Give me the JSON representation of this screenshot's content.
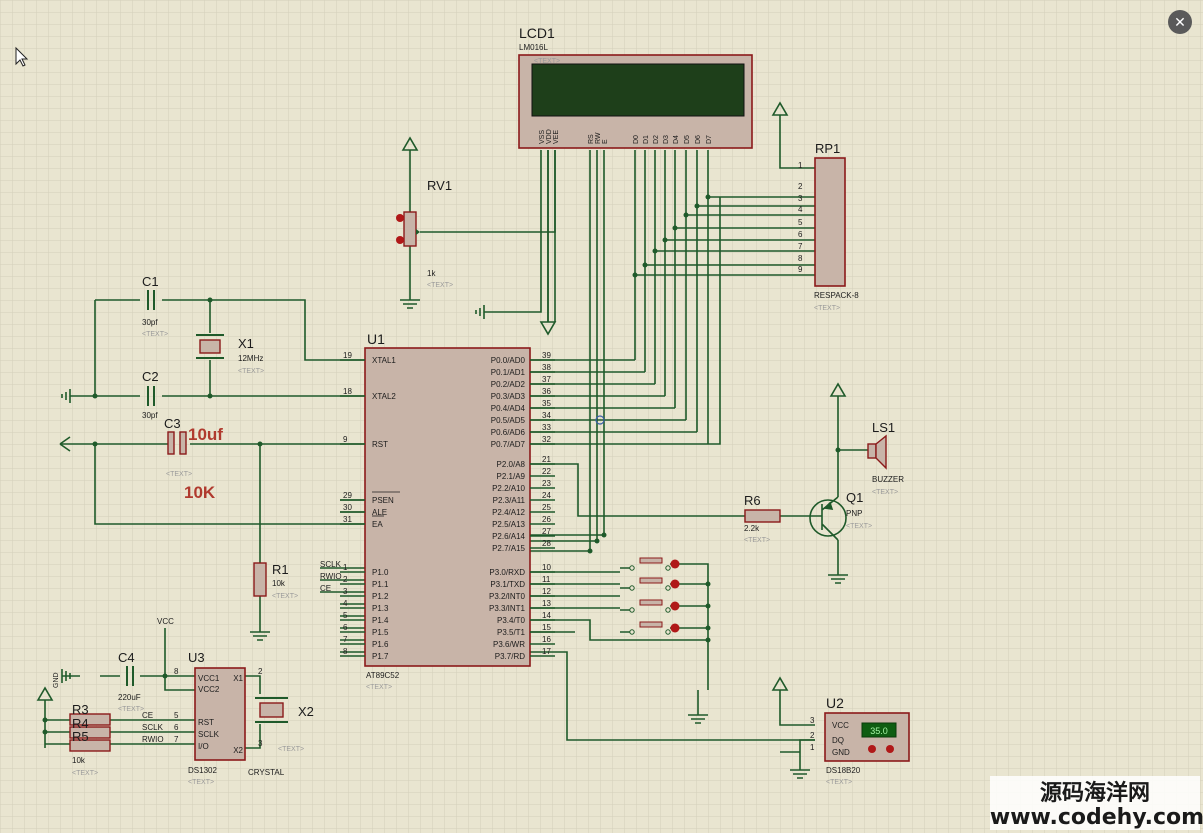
{
  "lcd": {
    "ref": "LCD1",
    "part": "LM016L",
    "text": "<TEXT>",
    "pins": [
      "VSS",
      "VDD",
      "VEE",
      "RS",
      "RW",
      "E",
      "D0",
      "D1",
      "D2",
      "D3",
      "D4",
      "D5",
      "D6",
      "D7"
    ]
  },
  "rp1": {
    "ref": "RP1",
    "part": "RESPACK-8",
    "text": "<TEXT>",
    "pins": [
      "1",
      "2",
      "3",
      "4",
      "5",
      "6",
      "7",
      "8",
      "9"
    ]
  },
  "rv1": {
    "ref": "RV1",
    "value": "1k",
    "text": "<TEXT>"
  },
  "c1": {
    "ref": "C1",
    "value": "30pf",
    "text": "<TEXT>"
  },
  "c2": {
    "ref": "C2",
    "value": "30pf",
    "text": "<TEXT>"
  },
  "c3": {
    "ref": "C3",
    "value": "10uf",
    "text": "<TEXT>"
  },
  "x1": {
    "ref": "X1",
    "value": "12MHz",
    "text": "<TEXT>"
  },
  "annot": {
    "k10": "10K"
  },
  "r1": {
    "ref": "R1",
    "value": "10k",
    "text": "<TEXT>"
  },
  "u1": {
    "ref": "U1",
    "part": "AT89C52",
    "text": "<TEXT>",
    "left_pins": [
      {
        "num": "19",
        "name": "XTAL1"
      },
      {
        "num": "18",
        "name": "XTAL2"
      },
      {
        "num": "9",
        "name": "RST"
      },
      {
        "num": "29",
        "name": "PSEN"
      },
      {
        "num": "30",
        "name": "ALE"
      },
      {
        "num": "31",
        "name": "EA"
      },
      {
        "num": "1",
        "name": "P1.0"
      },
      {
        "num": "2",
        "name": "P1.1"
      },
      {
        "num": "3",
        "name": "P1.2"
      },
      {
        "num": "4",
        "name": "P1.3"
      },
      {
        "num": "5",
        "name": "P1.4"
      },
      {
        "num": "6",
        "name": "P1.5"
      },
      {
        "num": "7",
        "name": "P1.6"
      },
      {
        "num": "8",
        "name": "P1.7"
      }
    ],
    "right_pins": [
      {
        "num": "39",
        "name": "P0.0/AD0"
      },
      {
        "num": "38",
        "name": "P0.1/AD1"
      },
      {
        "num": "37",
        "name": "P0.2/AD2"
      },
      {
        "num": "36",
        "name": "P0.3/AD3"
      },
      {
        "num": "35",
        "name": "P0.4/AD4"
      },
      {
        "num": "34",
        "name": "P0.5/AD5"
      },
      {
        "num": "33",
        "name": "P0.6/AD6"
      },
      {
        "num": "32",
        "name": "P0.7/AD7"
      },
      {
        "num": "21",
        "name": "P2.0/A8"
      },
      {
        "num": "22",
        "name": "P2.1/A9"
      },
      {
        "num": "23",
        "name": "P2.2/A10"
      },
      {
        "num": "24",
        "name": "P2.3/A11"
      },
      {
        "num": "25",
        "name": "P2.4/A12"
      },
      {
        "num": "26",
        "name": "P2.5/A13"
      },
      {
        "num": "27",
        "name": "P2.6/A14"
      },
      {
        "num": "28",
        "name": "P2.7/A15"
      },
      {
        "num": "10",
        "name": "P3.0/RXD"
      },
      {
        "num": "11",
        "name": "P3.1/TXD"
      },
      {
        "num": "12",
        "name": "P3.2/INT0"
      },
      {
        "num": "13",
        "name": "P3.3/INT1"
      },
      {
        "num": "14",
        "name": "P3.4/T0"
      },
      {
        "num": "15",
        "name": "P3.5/T1"
      },
      {
        "num": "16",
        "name": "P3.6/WR"
      },
      {
        "num": "17",
        "name": "P3.7/RD"
      }
    ],
    "net_labels": [
      "SCLK",
      "RWIO",
      "CE"
    ]
  },
  "r6": {
    "ref": "R6",
    "value": "2.2k",
    "text": "<TEXT>"
  },
  "q1": {
    "ref": "Q1",
    "part": "PNP",
    "text": "<TEXT>"
  },
  "ls1": {
    "ref": "LS1",
    "part": "BUZZER",
    "text": "<TEXT>"
  },
  "u2": {
    "ref": "U2",
    "part": "DS18B20",
    "text": "<TEXT>",
    "readout": "35.0",
    "pins": [
      {
        "num": "3",
        "name": "VCC"
      },
      {
        "num": "2",
        "name": "DQ"
      },
      {
        "num": "1",
        "name": "GND"
      }
    ]
  },
  "u3": {
    "ref": "U3",
    "part": "DS1302",
    "text": "<TEXT>",
    "pins": [
      {
        "num": "8",
        "name": "VCC1"
      },
      {
        "num": "",
        "name": "VCC2"
      },
      {
        "num": "2",
        "name": "X1"
      },
      {
        "num": "5",
        "name": "RST"
      },
      {
        "num": "6",
        "name": "SCLK"
      },
      {
        "num": "7",
        "name": "I/O"
      },
      {
        "num": "3",
        "name": "X2"
      }
    ],
    "net_labels": [
      "CE",
      "SCLK",
      "RWIO"
    ]
  },
  "c4": {
    "ref": "C4",
    "value": "220uF",
    "text": "<TEXT>"
  },
  "x2": {
    "ref": "X2",
    "part": "CRYSTAL",
    "text": "<TEXT>"
  },
  "resistors": {
    "r3": "R3",
    "r4": "R4",
    "r5": "R5",
    "value": "10k",
    "text": "<TEXT>"
  },
  "power": {
    "vcc": "VCC",
    "gnd": "GND"
  },
  "watermark": {
    "cn": "源码海洋网",
    "url": "www.codehy.com"
  },
  "colors": {
    "background": "#e9e5d0",
    "grid": "#d6d2bc",
    "wire": "#1f5a2a",
    "body": "#c8b4a8",
    "body_stroke": "#8b1a1a",
    "label": "#b03a2e"
  }
}
